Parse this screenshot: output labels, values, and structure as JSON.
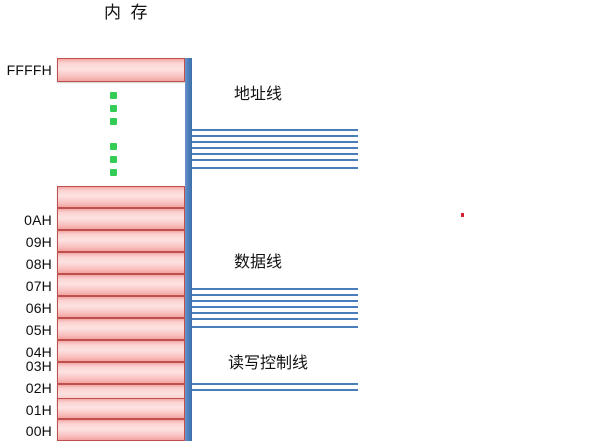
{
  "diagram": {
    "title": "内  存",
    "top_cell_label": "FFFFH",
    "cell_labels": [
      "0AH",
      "09H",
      "08H",
      "07H",
      "06H",
      "05H",
      "04H",
      "03H",
      "02H",
      "01H",
      "00H"
    ],
    "bus_groups": [
      {
        "name": "address-bus",
        "label": "地址线",
        "line_count": 7
      },
      {
        "name": "data-bus",
        "label": "数据线",
        "line_count": 7
      },
      {
        "name": "control-bus",
        "label": "读写控制线",
        "line_count": 2
      }
    ],
    "ellipsis_dot_groups": 2,
    "ellipsis_dots_per_group": 3,
    "colors": {
      "cell_border": "#c0504d",
      "cell_fill": "#fbd3d1",
      "bus": "#4a7ebb",
      "dot": "#33cc55",
      "text": "#111111"
    }
  }
}
